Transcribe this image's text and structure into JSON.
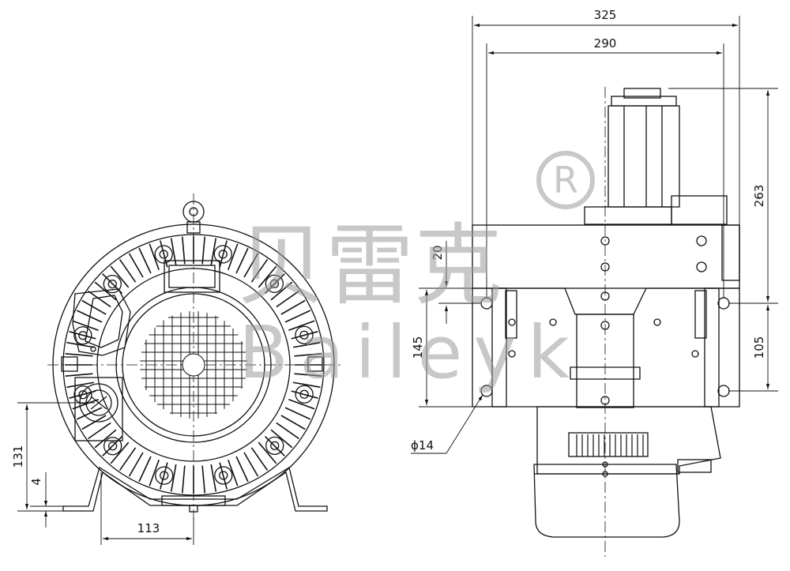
{
  "watermark": {
    "brand_cn": "贝雷克",
    "brand_en": "Baileyk",
    "registered_mark": "R"
  },
  "dimensions": {
    "front_view": {
      "width_half": "113",
      "height_to_axis": "131",
      "foot_thickness": "4"
    },
    "side_view": {
      "overall_width": "325",
      "body_width": "290",
      "motor_height": "263",
      "plate_offset": "20",
      "hole_spacing_left": "145",
      "hole_spacing_right": "105",
      "hole_diameter": "ϕ14"
    }
  },
  "colors": {
    "line": "#111111",
    "watermark": "#9a9a9a"
  }
}
